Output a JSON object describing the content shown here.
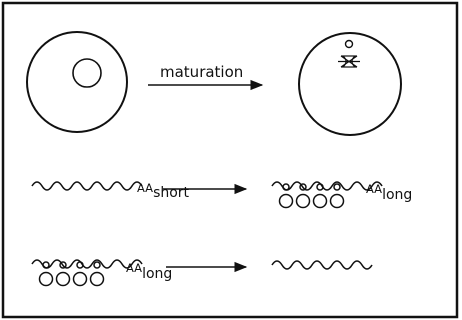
{
  "colors": {
    "ink": "#111111",
    "background": "#ffffff"
  },
  "stage_1": {
    "arrow_label": "maturation"
  },
  "stage_2": {
    "left_prefix": "AA",
    "left_sub": "short",
    "right_prefix": "AA",
    "right_sub": "long"
  },
  "stage_3": {
    "left_prefix": "AA",
    "left_sub": "long"
  }
}
